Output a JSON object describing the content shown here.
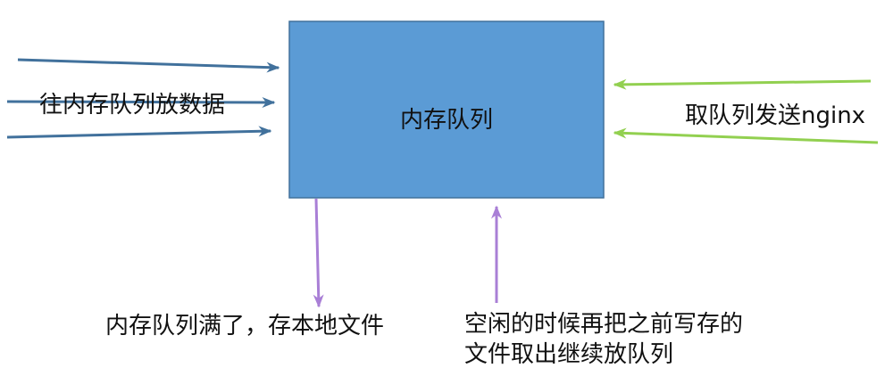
{
  "nodes": {
    "memory_queue": {
      "label": "内存队列"
    }
  },
  "edges": {
    "write_in": {
      "label": "往内存队列放数据"
    },
    "read_out": {
      "label": "取队列发送nginx"
    },
    "overflow_to_file": {
      "label": "内存队列满了，存本地文件"
    },
    "reload_from_file": {
      "label": "空闲的时候再把之前写存的文件取出继续放队列"
    }
  },
  "colors": {
    "box_fill": "#5b9bd5",
    "box_stroke": "#41719c",
    "input_arrow": "#41719c",
    "output_arrow": "#92d050",
    "down_arrow": "#a97fd6",
    "up_arrow": "#a97fd6"
  }
}
